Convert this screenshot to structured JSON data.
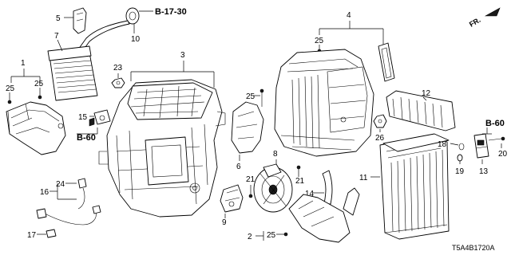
{
  "diagram_code": "T5A4B1720A",
  "direction_label": "FR.",
  "ref_labels": {
    "b1730": "B-17-30",
    "b60_left": "B-60",
    "b60_right": "B-60"
  },
  "callouts": {
    "c1": "1",
    "c2": "2",
    "c3": "3",
    "c4": "4",
    "c5": "5",
    "c6": "6",
    "c7": "7",
    "c8": "8",
    "c9": "9",
    "c10": "10",
    "c11": "11",
    "c12": "12",
    "c13": "13",
    "c14": "14",
    "c15": "15",
    "c16": "16",
    "c17": "17",
    "c18": "18",
    "c19": "19",
    "c20": "20",
    "c21a": "21",
    "c21b": "21",
    "c23": "23",
    "c24": "24",
    "c25a": "25",
    "c25b": "25",
    "c25c": "25",
    "c25d": "25",
    "c25e": "25",
    "c26": "26"
  }
}
